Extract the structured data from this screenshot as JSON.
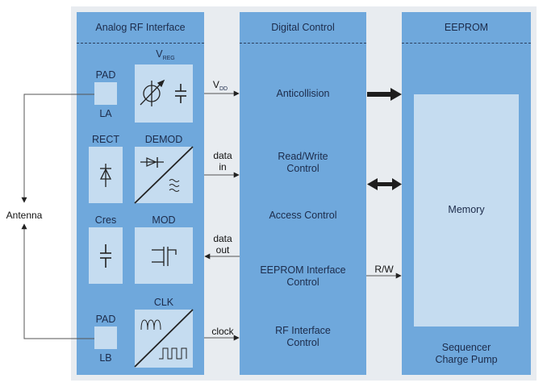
{
  "antenna": {
    "label": "Antenna"
  },
  "blocks": {
    "analog": {
      "title": "Analog RF Interface",
      "vreg": {
        "main": "V",
        "sub": "REG"
      },
      "pad_a": {
        "top": "PAD",
        "bottom": "LA"
      },
      "pad_b": {
        "top": "PAD",
        "bottom": "LB"
      },
      "rect": "RECT",
      "demod": "DEMOD",
      "cres": "Cres",
      "mod": "MOD",
      "clk": "CLK"
    },
    "digital": {
      "title": "Digital Control",
      "items": [
        "Anticollision",
        "Read/Write\nControl",
        "Access Control",
        "EEPROM Interface\nControl",
        "RF Interface\nControl"
      ],
      "item_lines": [
        [
          "Anticollision"
        ],
        [
          "Read/Write",
          "Control"
        ],
        [
          "Access Control"
        ],
        [
          "EEPROM Interface",
          "Control"
        ],
        [
          "RF Interface",
          "Control"
        ]
      ]
    },
    "eeprom": {
      "title": "EEPROM",
      "memory": "Memory",
      "footer": [
        "Sequencer",
        "Charge Pump"
      ]
    }
  },
  "signals": {
    "vdd": {
      "main": "V",
      "sub": "DD"
    },
    "data_in": [
      "data",
      "in"
    ],
    "data_out": [
      "data",
      "out"
    ],
    "clock": "clock",
    "rw": "R/W"
  },
  "colors": {
    "panel": "#e8ecf0",
    "block": "#6fa8dc",
    "inner": "#c5dcf0",
    "text": "#1c2b4a"
  }
}
